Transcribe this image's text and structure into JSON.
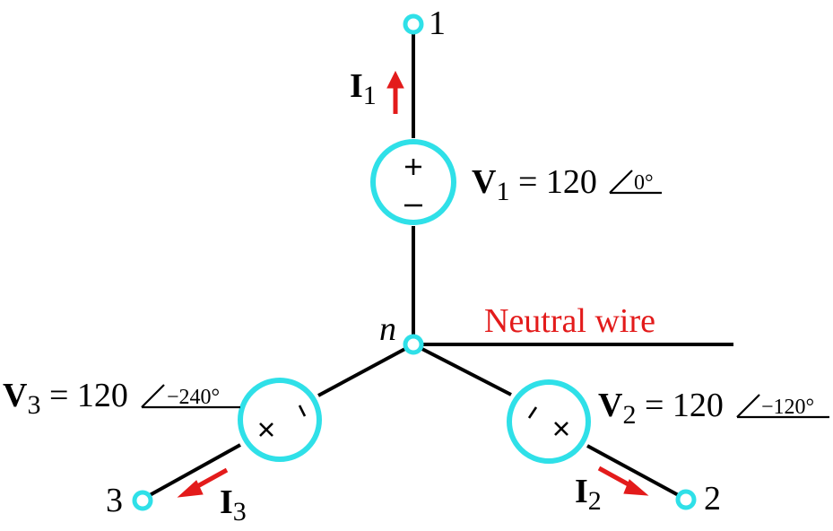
{
  "node": {
    "label": "n"
  },
  "neutral": {
    "label": "Neutral wire"
  },
  "terminals": {
    "t1": "1",
    "t2": "2",
    "t3": "3"
  },
  "sources": {
    "v1": {
      "symbol": "V",
      "sub": "1",
      "eq": " = 120",
      "angle": "0°"
    },
    "v2": {
      "symbol": "V",
      "sub": "2",
      "eq": " = 120",
      "angle": "−120°"
    },
    "v3": {
      "symbol": "V",
      "sub": "3",
      "eq": " = 120",
      "angle": "−240°"
    }
  },
  "currents": {
    "i1": {
      "symbol": "I",
      "sub": "1"
    },
    "i2": {
      "symbol": "I",
      "sub": "2"
    },
    "i3": {
      "symbol": "I",
      "sub": "3"
    }
  },
  "polarity": {
    "plus": "+",
    "minus": "−"
  },
  "colors": {
    "terminal": "#2fe0e8",
    "arrow": "#e31b1b",
    "neutral_label": "#e31b1b",
    "wire": "#000000"
  }
}
